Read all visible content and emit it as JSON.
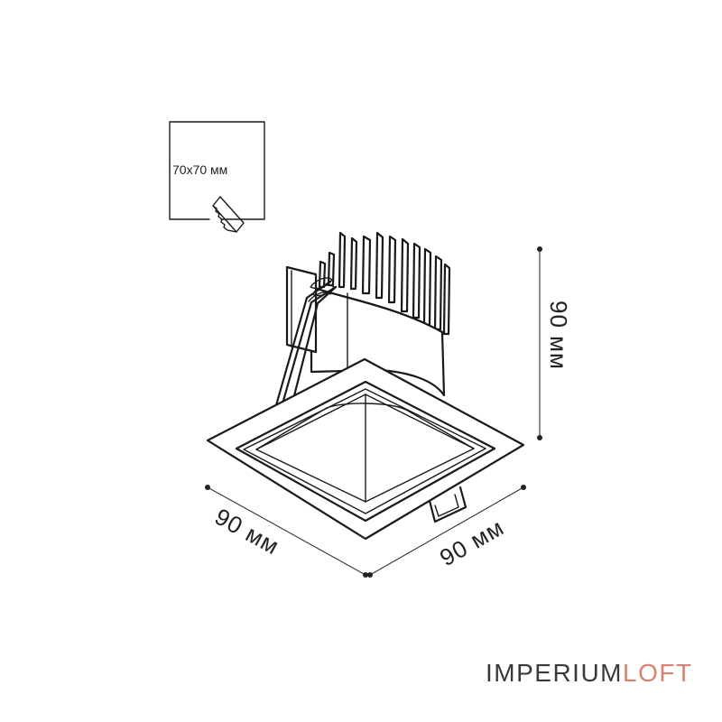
{
  "cutout": {
    "label": "70x70 мм"
  },
  "dimensions": {
    "width": "90 мм",
    "depth": "90 мм",
    "height": "90 мм"
  },
  "brand": {
    "part1": "IMPERIUM",
    "part2": "LOFT",
    "accent_color": "#d9826f"
  }
}
